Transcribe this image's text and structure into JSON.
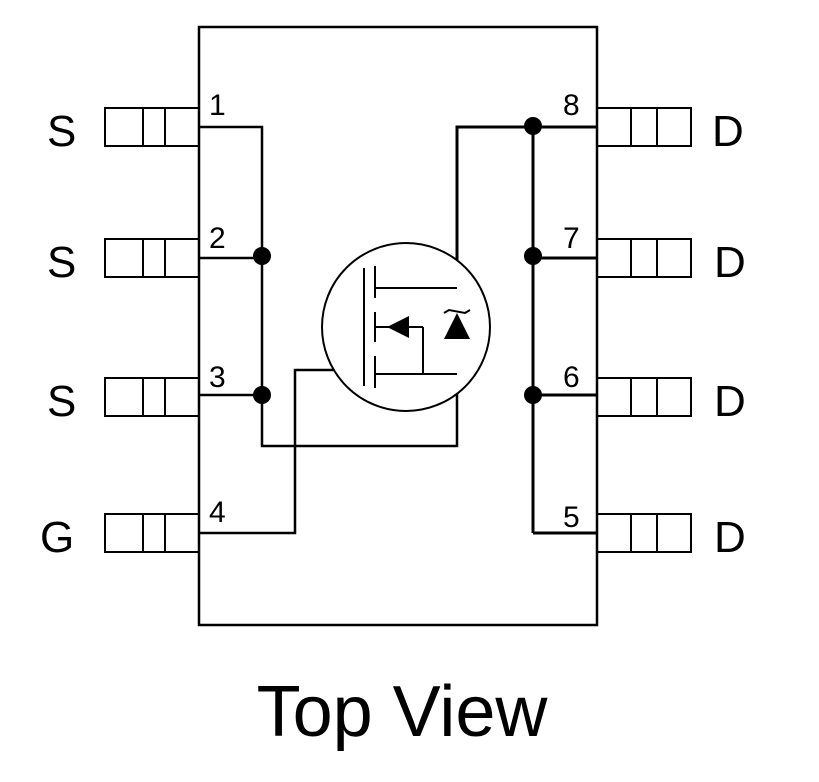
{
  "caption": "Top View",
  "left_pins": [
    {
      "number": "1",
      "label": "S"
    },
    {
      "number": "2",
      "label": "S"
    },
    {
      "number": "3",
      "label": "S"
    },
    {
      "number": "4",
      "label": "G"
    }
  ],
  "right_pins": [
    {
      "number": "8",
      "label": "D"
    },
    {
      "number": "7",
      "label": "D"
    },
    {
      "number": "6",
      "label": "D"
    },
    {
      "number": "5",
      "label": "D"
    }
  ],
  "colors": {
    "line": "#000000",
    "background": "#ffffff"
  }
}
